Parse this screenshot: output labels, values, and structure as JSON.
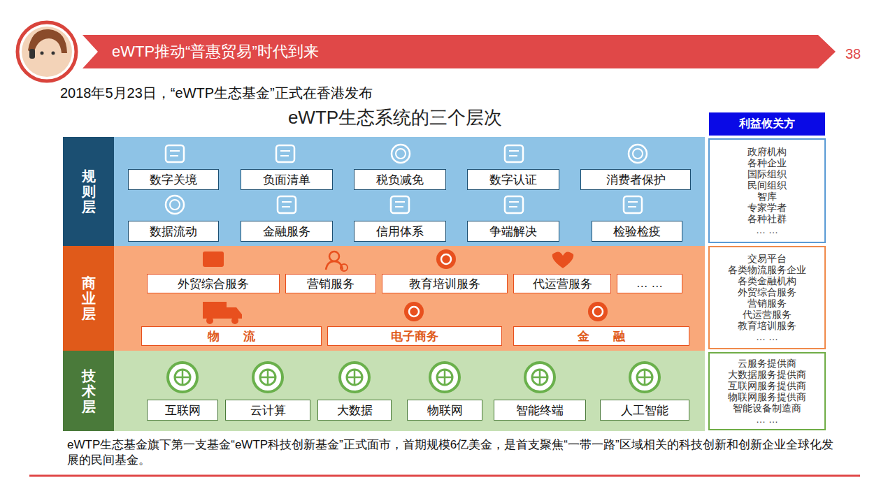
{
  "diagram": {
    "title": "eWTP生态系统的三个层次",
    "caption": "eWTP生态基金旗下第一支基金“eWTP科技创新基金”正式面市，首期规模6亿美金，是首支聚焦“一带一路”区域相关的科技创新和创新企业全球化发展的民间基金。",
    "nodes": [
      {
        "text": [
          "eWTP推动“普惠贸易”时代到来"
        ]
      },
      {
        "text": [
          "利益攸关方"
        ]
      },
      {
        "text": [
          "规则层"
        ]
      },
      {
        "text": [
          "数字关境"
        ],
        "in": 2
      },
      {
        "text": [
          "负面清单"
        ],
        "in": 2
      },
      {
        "text": [
          "税负减免"
        ],
        "in": 2
      },
      {
        "text": [
          "数字认证"
        ],
        "in": 2
      },
      {
        "text": [
          "消费者保护"
        ],
        "in": 2
      },
      {
        "text": [
          "数据流动"
        ],
        "in": 2
      },
      {
        "text": [
          "金融服务"
        ],
        "in": 2
      },
      {
        "text": [
          "信用体系"
        ],
        "in": 2
      },
      {
        "text": [
          "争端解决"
        ],
        "in": 2
      },
      {
        "text": [
          "检验检疫"
        ],
        "in": 2
      },
      {
        "text": [
          "政府机构",
          "各种企业",
          "国际组织",
          "民间组织",
          "智库",
          "专家学者",
          "各种社群",
          "… …"
        ]
      },
      {
        "text": [
          "商业层"
        ]
      },
      {
        "text": [
          "外贸综合服务"
        ],
        "in": 14
      },
      {
        "text": [
          "营销服务"
        ],
        "in": 14
      },
      {
        "text": [
          "教育培训服务"
        ],
        "in": 14
      },
      {
        "text": [
          "代运营服务"
        ],
        "in": 14
      },
      {
        "text": [
          "… …"
        ],
        "in": 14
      },
      {
        "text": [
          "物　　流"
        ],
        "in": 14
      },
      {
        "text": [
          "电子商务"
        ],
        "in": 14
      },
      {
        "text": [
          "金　　融"
        ],
        "in": 14
      },
      {
        "text": [
          "交易平台",
          "各类物流服务企业",
          "各类金融机构",
          "外贸综合服务",
          "营销服务",
          "代运营服务",
          "教育培训服务",
          "… …"
        ]
      },
      {
        "text": [
          "技术层"
        ]
      },
      {
        "text": [
          "互联网"
        ],
        "in": 24
      },
      {
        "text": [
          "云计算"
        ],
        "in": 24
      },
      {
        "text": [
          "大数据"
        ],
        "in": 24
      },
      {
        "text": [
          "物联网"
        ],
        "in": 24
      },
      {
        "text": [
          "智能终端"
        ],
        "in": 24
      },
      {
        "text": [
          "人工智能"
        ],
        "in": 24
      },
      {
        "text": [
          "云服务提供商",
          "大数据服务提供商",
          "互联网服务提供商",
          "物联网服务提供商",
          "智能设备制造商",
          "… …"
        ]
      }
    ],
    "labels": [
      "38",
      "2018年5月23日，“eWTP生态基金”正式在香港发布"
    ]
  }
}
